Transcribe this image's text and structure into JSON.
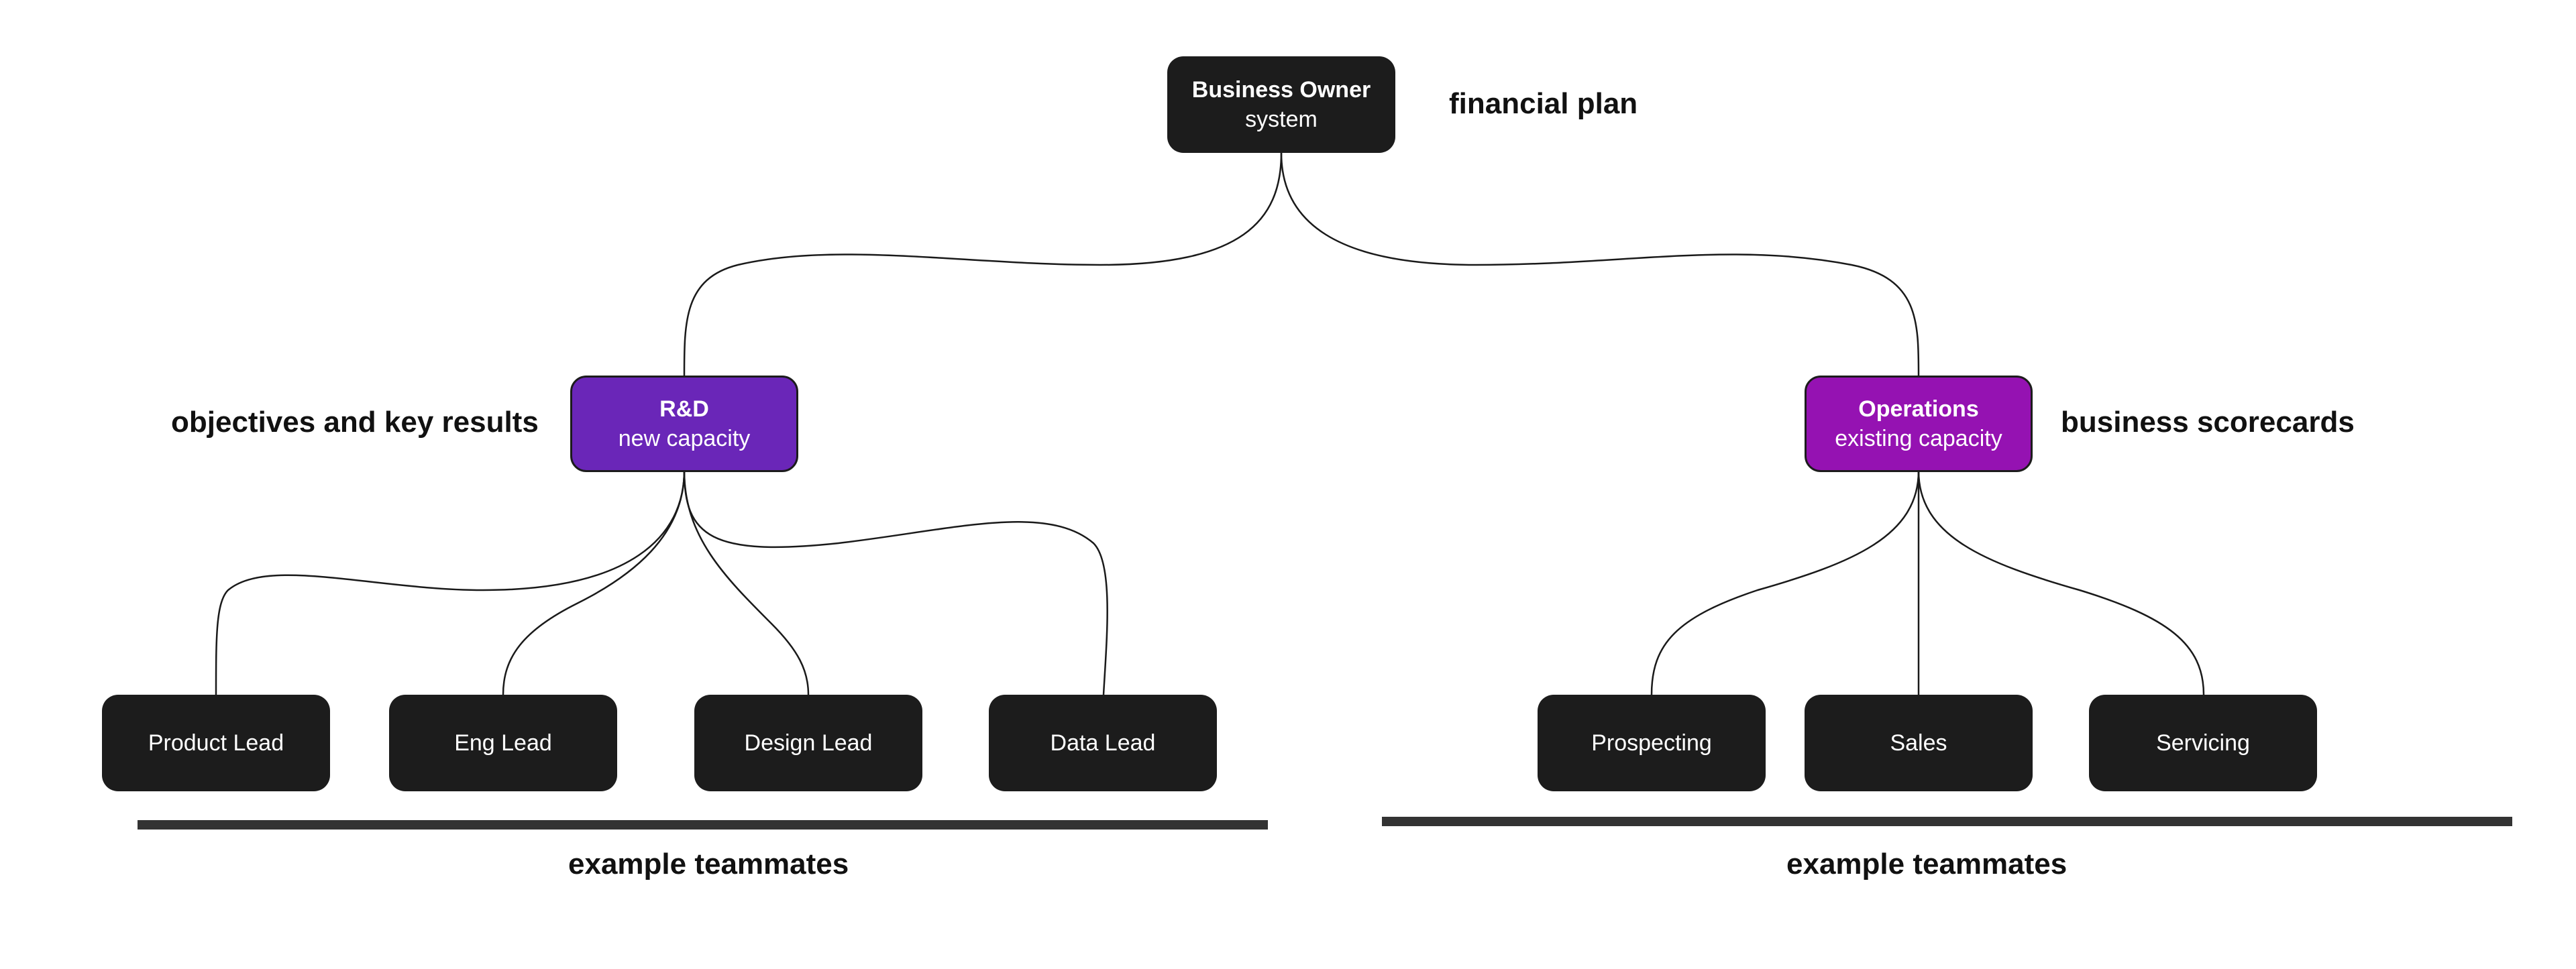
{
  "colors": {
    "node_dark": "#1c1c1c",
    "rnd_purple": "#6a26b8",
    "ops_magenta": "#9512b2",
    "connector": "#1a1a1a",
    "bar": "#333333"
  },
  "root": {
    "title": "Business Owner",
    "subtitle": "system",
    "annotation": "financial plan"
  },
  "branches": {
    "rnd": {
      "title": "R&D",
      "subtitle": "new capacity",
      "annotation": "objectives and key results",
      "teammates": [
        "Product Lead",
        "Eng Lead",
        "Design Lead",
        "Data Lead"
      ],
      "footer": "example teammates"
    },
    "ops": {
      "title": "Operations",
      "subtitle": "existing capacity",
      "annotation": "business scorecards",
      "teammates": [
        "Prospecting",
        "Sales",
        "Servicing"
      ],
      "footer": "example teammates"
    }
  }
}
